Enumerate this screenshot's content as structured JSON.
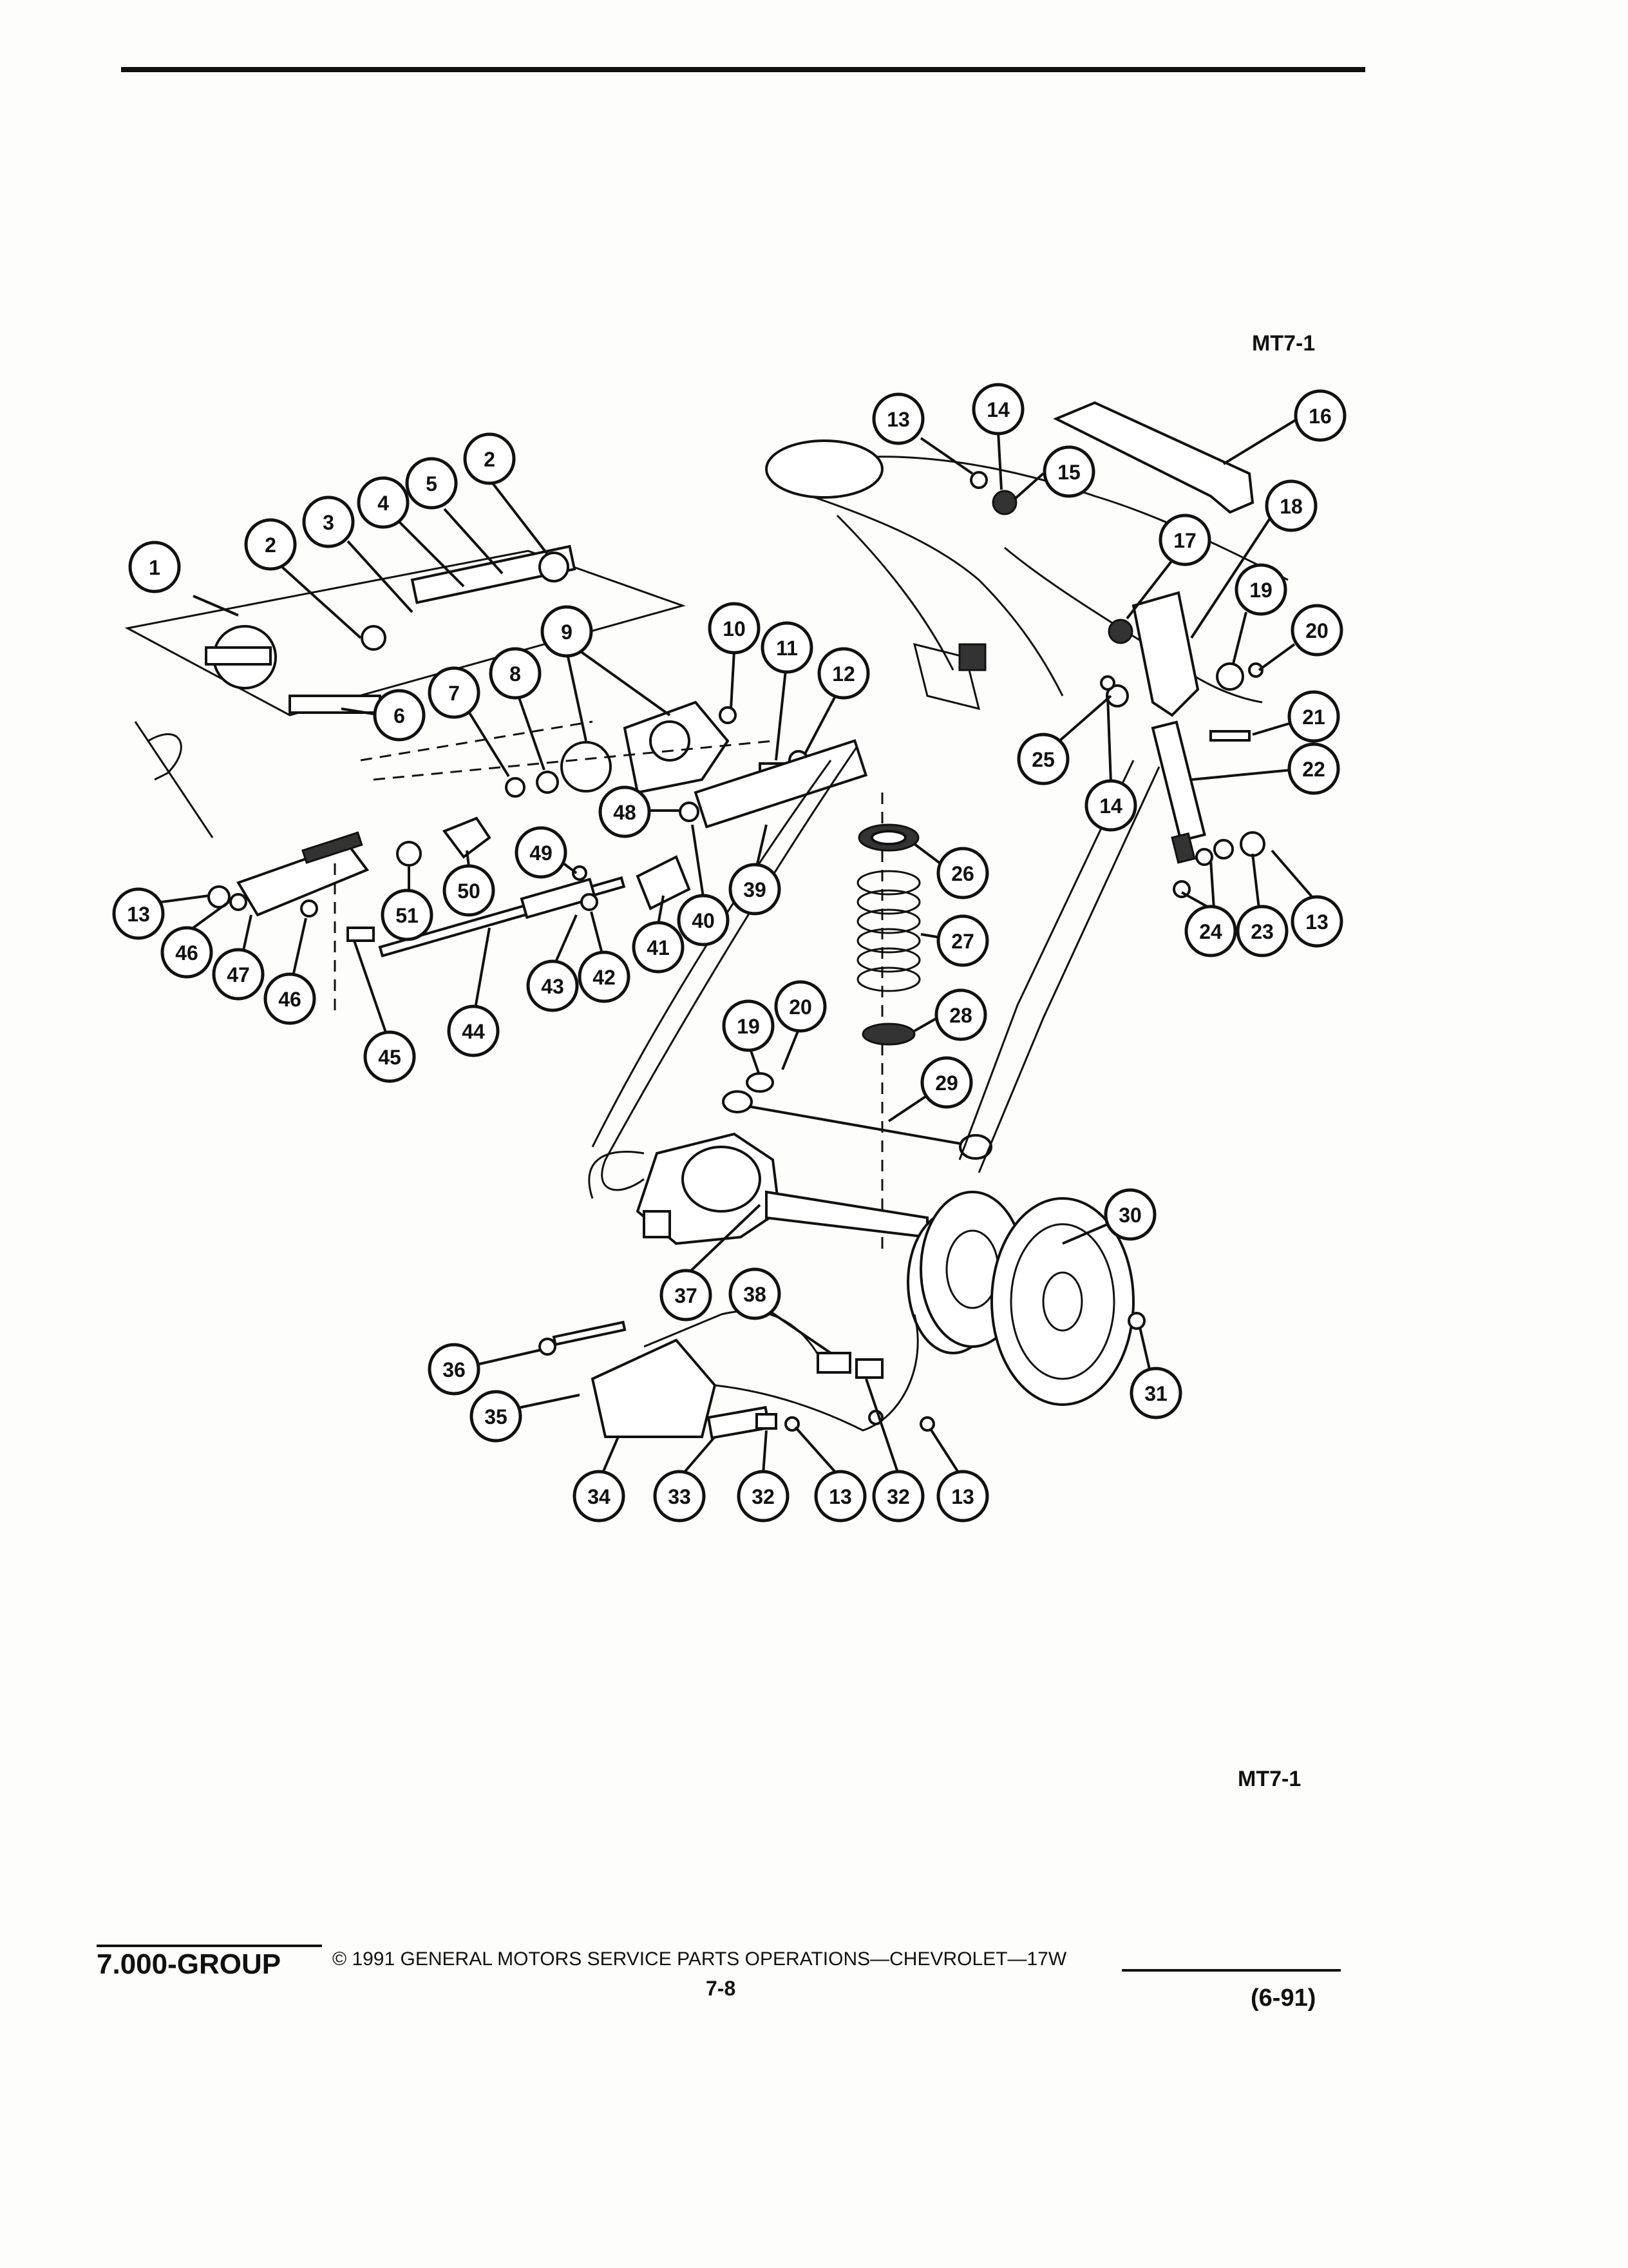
{
  "header": {
    "figure_code": "MT7-1"
  },
  "footer": {
    "figure_code": "MT7-1",
    "group": "7.000-GROUP",
    "copyright": "© 1991 GENERAL MOTORS SERVICE PARTS OPERATIONS—CHEVROLET—17W",
    "page_number": "7-8",
    "date": "(6-91)"
  },
  "callouts": [
    "1",
    "2",
    "3",
    "4",
    "5",
    "2",
    "6",
    "7",
    "8",
    "9",
    "10",
    "11",
    "12",
    "13",
    "14",
    "15",
    "16",
    "18",
    "17",
    "19",
    "20",
    "21",
    "22",
    "25",
    "14",
    "26",
    "27",
    "28",
    "29",
    "30",
    "31",
    "24",
    "23",
    "13",
    "13",
    "46",
    "47",
    "46",
    "45",
    "44",
    "43",
    "42",
    "41",
    "40",
    "39",
    "48",
    "49",
    "50",
    "51",
    "19",
    "20",
    "37",
    "38",
    "36",
    "35",
    "34",
    "33",
    "32",
    "13",
    "32",
    "13"
  ],
  "colors": {
    "ink": "#111111",
    "paper": "#fdfdfc"
  }
}
